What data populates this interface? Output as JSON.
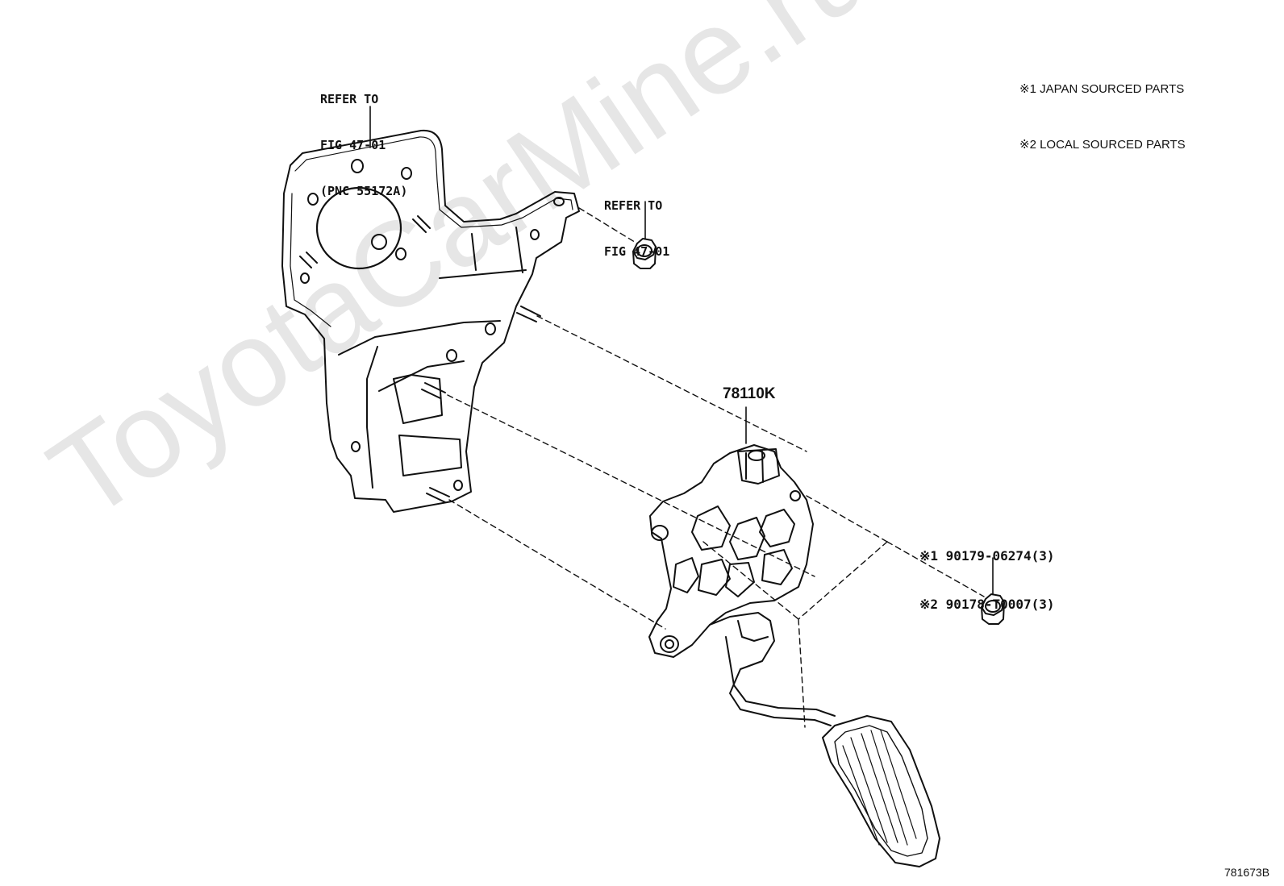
{
  "legend": {
    "line1": "※1 JAPAN SOURCED PARTS",
    "line2": "※2 LOCAL SOURCED PARTS"
  },
  "callouts": {
    "bracket_ref": {
      "line1": "REFER TO",
      "line2": "FIG 47-01",
      "line3": "(PNC 55172A)"
    },
    "nut_ref": {
      "line1": "REFER TO",
      "line2": "FIG 47-01"
    },
    "pedal_part": "78110K",
    "bolt_parts": {
      "line1": "※1 90179-06274(3)",
      "line2": "※2 90178-T0007(3)"
    }
  },
  "figure_number": "781673B",
  "watermark": "ToyotaCarMine.ru",
  "colors": {
    "line": "#111111",
    "watermark": "#e6e6e6"
  }
}
